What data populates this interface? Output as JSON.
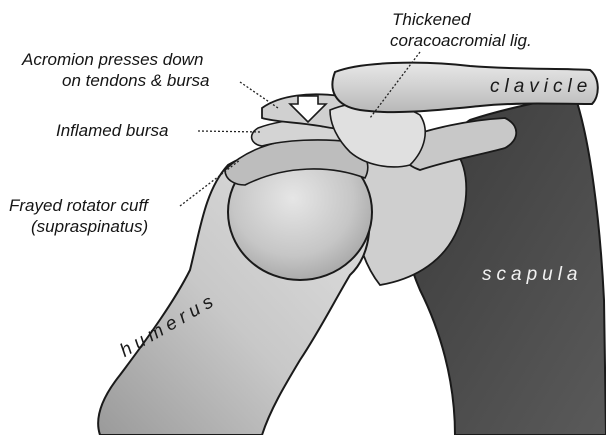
{
  "labels": {
    "thickened_lig": [
      "Thickened",
      "coracoacromial lig."
    ],
    "acromion": [
      "Acromion presses down",
      "on tendons & bursa"
    ],
    "bursa": "Inflamed bursa",
    "rotator_cuff": [
      "Frayed rotator cuff",
      "(supraspinatus)"
    ]
  },
  "bones": {
    "clavicle": "clavicle",
    "scapula": "scapula",
    "humerus": "humerus"
  },
  "colors": {
    "bone_light": "#dcdcdc",
    "bone_mid": "#b4b4b4",
    "bone_dark": "#8a8a8a",
    "scapula": "#444444",
    "outline": "#1a1a1a",
    "leader": "#222222"
  }
}
